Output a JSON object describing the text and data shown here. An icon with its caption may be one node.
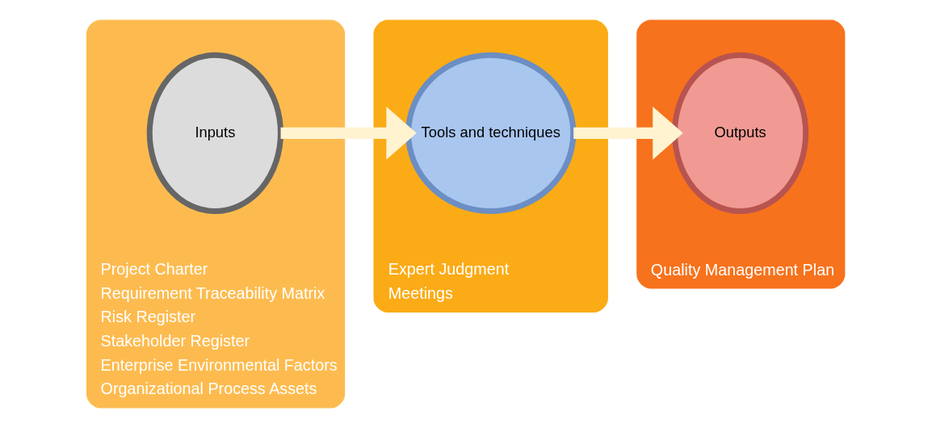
{
  "diagram": {
    "nodes": [
      {
        "text": [
          "Project Charter",
          "Requirement Traceability Matrix",
          "Risk Register",
          "Stakeholder Register",
          "Enterprise Environmental Factors",
          "Organizational Process Assets"
        ]
      },
      {
        "text": [
          "Inputs"
        ],
        "in": 0
      },
      {
        "text": [
          "Expert Judgment",
          "Meetings"
        ]
      },
      {
        "text": [
          "Tools and techniques"
        ],
        "in": 2
      },
      {
        "text": [
          "Quality Management Plan"
        ]
      },
      {
        "text": [
          "Outputs"
        ],
        "in": 4
      }
    ],
    "edges": [
      {
        "from": 1,
        "to": 3,
        "arrow": "to",
        "color": "#fff3d0"
      },
      {
        "from": 3,
        "to": 5,
        "arrow": "to",
        "color": "#fff3d0"
      }
    ]
  }
}
